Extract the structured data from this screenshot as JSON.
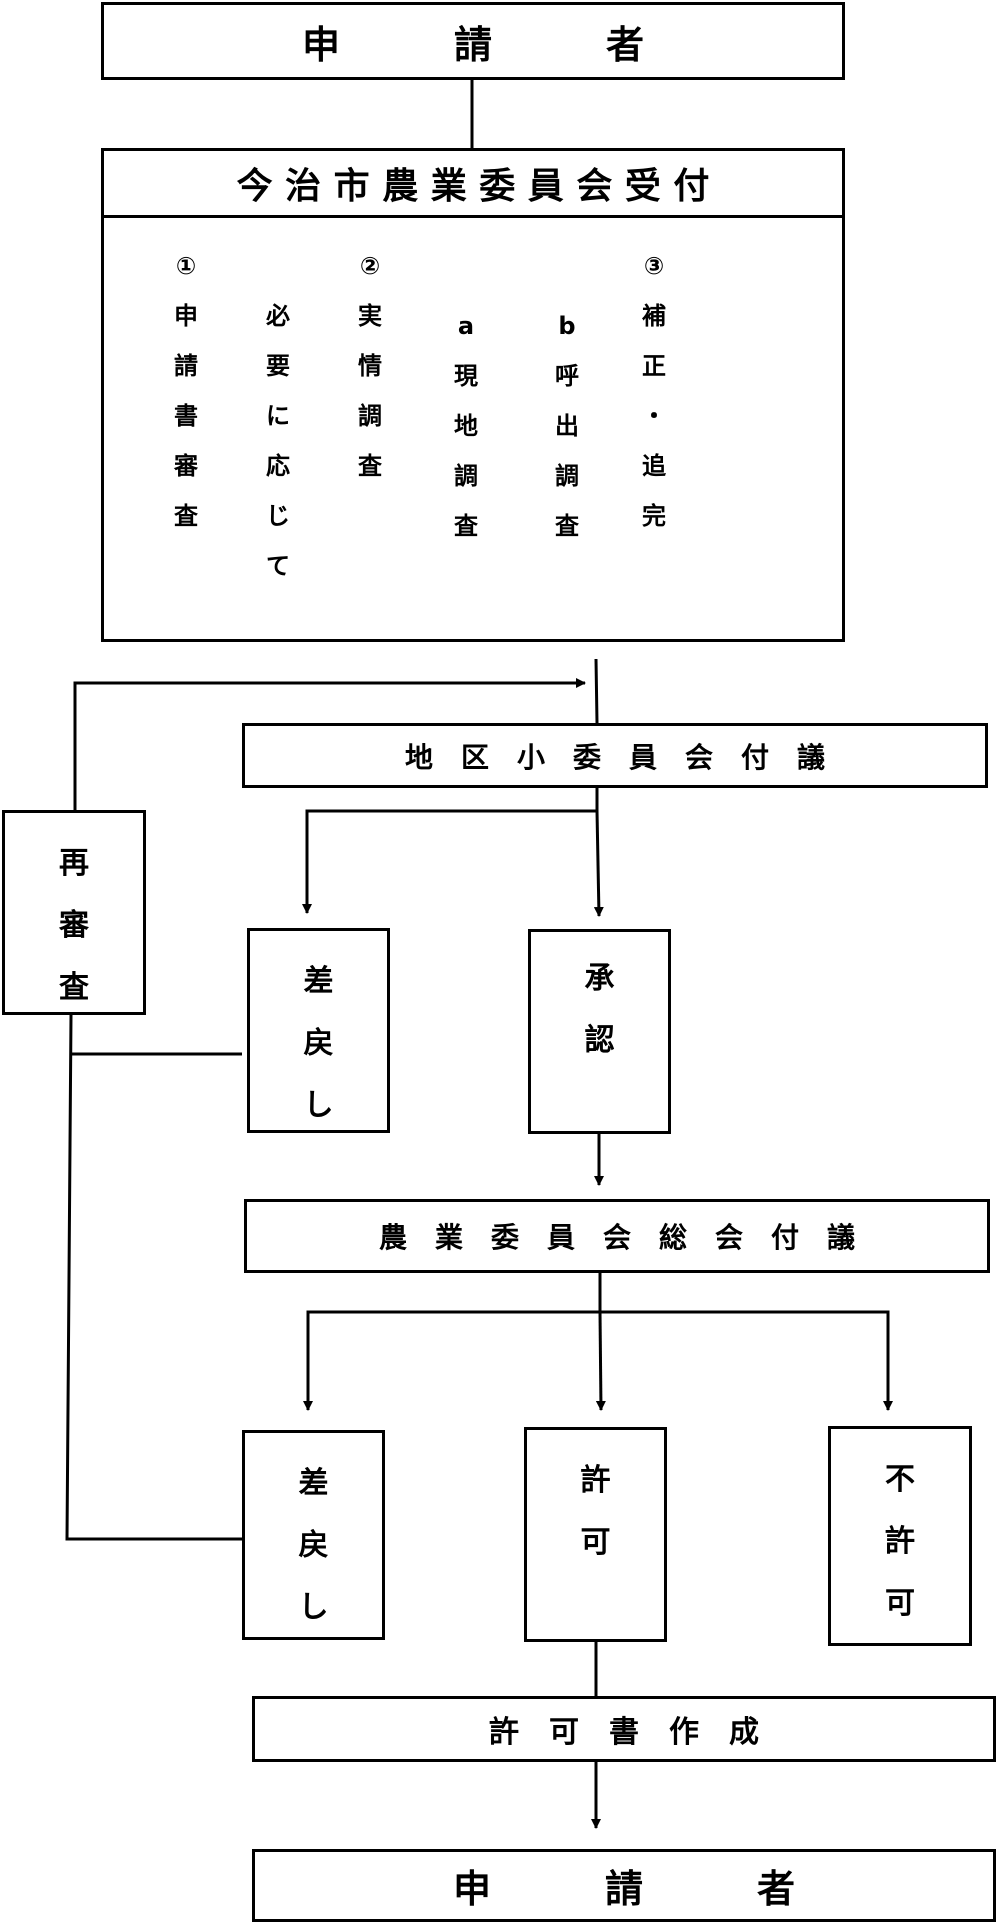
{
  "applicant_top": {
    "label": "申　　　請　　　者"
  },
  "reception": {
    "title": "今 治 市 農 業 委 員 会 受 付",
    "columns": [
      {
        "chars": [
          "①",
          "申",
          "請",
          "書",
          "審",
          "査"
        ]
      },
      {
        "chars": [
          "",
          "必",
          "要",
          "に",
          "応",
          "じ",
          "て"
        ]
      },
      {
        "chars": [
          "②",
          "実",
          "情",
          "調",
          "査"
        ]
      },
      {
        "chars": [
          "",
          "",
          "a",
          "現",
          "地",
          "調",
          "査"
        ]
      },
      {
        "chars": [
          "",
          "",
          "b",
          "呼",
          "出",
          "調",
          "査"
        ]
      },
      {
        "chars": [
          "③",
          "補",
          "正",
          "・",
          "追",
          "完"
        ]
      }
    ]
  },
  "district_committee": {
    "label": "地　区　小　委　員　会　付　議"
  },
  "reexamination": {
    "chars": [
      "再",
      "審",
      "査"
    ]
  },
  "return1": {
    "chars": [
      "差",
      "戻",
      "し"
    ]
  },
  "approval": {
    "chars": [
      "承",
      "認"
    ]
  },
  "general_assembly": {
    "label": "農　業　委　員　会　総　会　付　議"
  },
  "return2": {
    "chars": [
      "差",
      "戻",
      "し"
    ]
  },
  "permit": {
    "chars": [
      "許",
      "可"
    ]
  },
  "non_permit": {
    "chars": [
      "不",
      "許",
      "可"
    ]
  },
  "permit_doc": {
    "label": "許　可　書　作　成"
  },
  "applicant_bottom": {
    "label": "申　　　請　　　者"
  }
}
